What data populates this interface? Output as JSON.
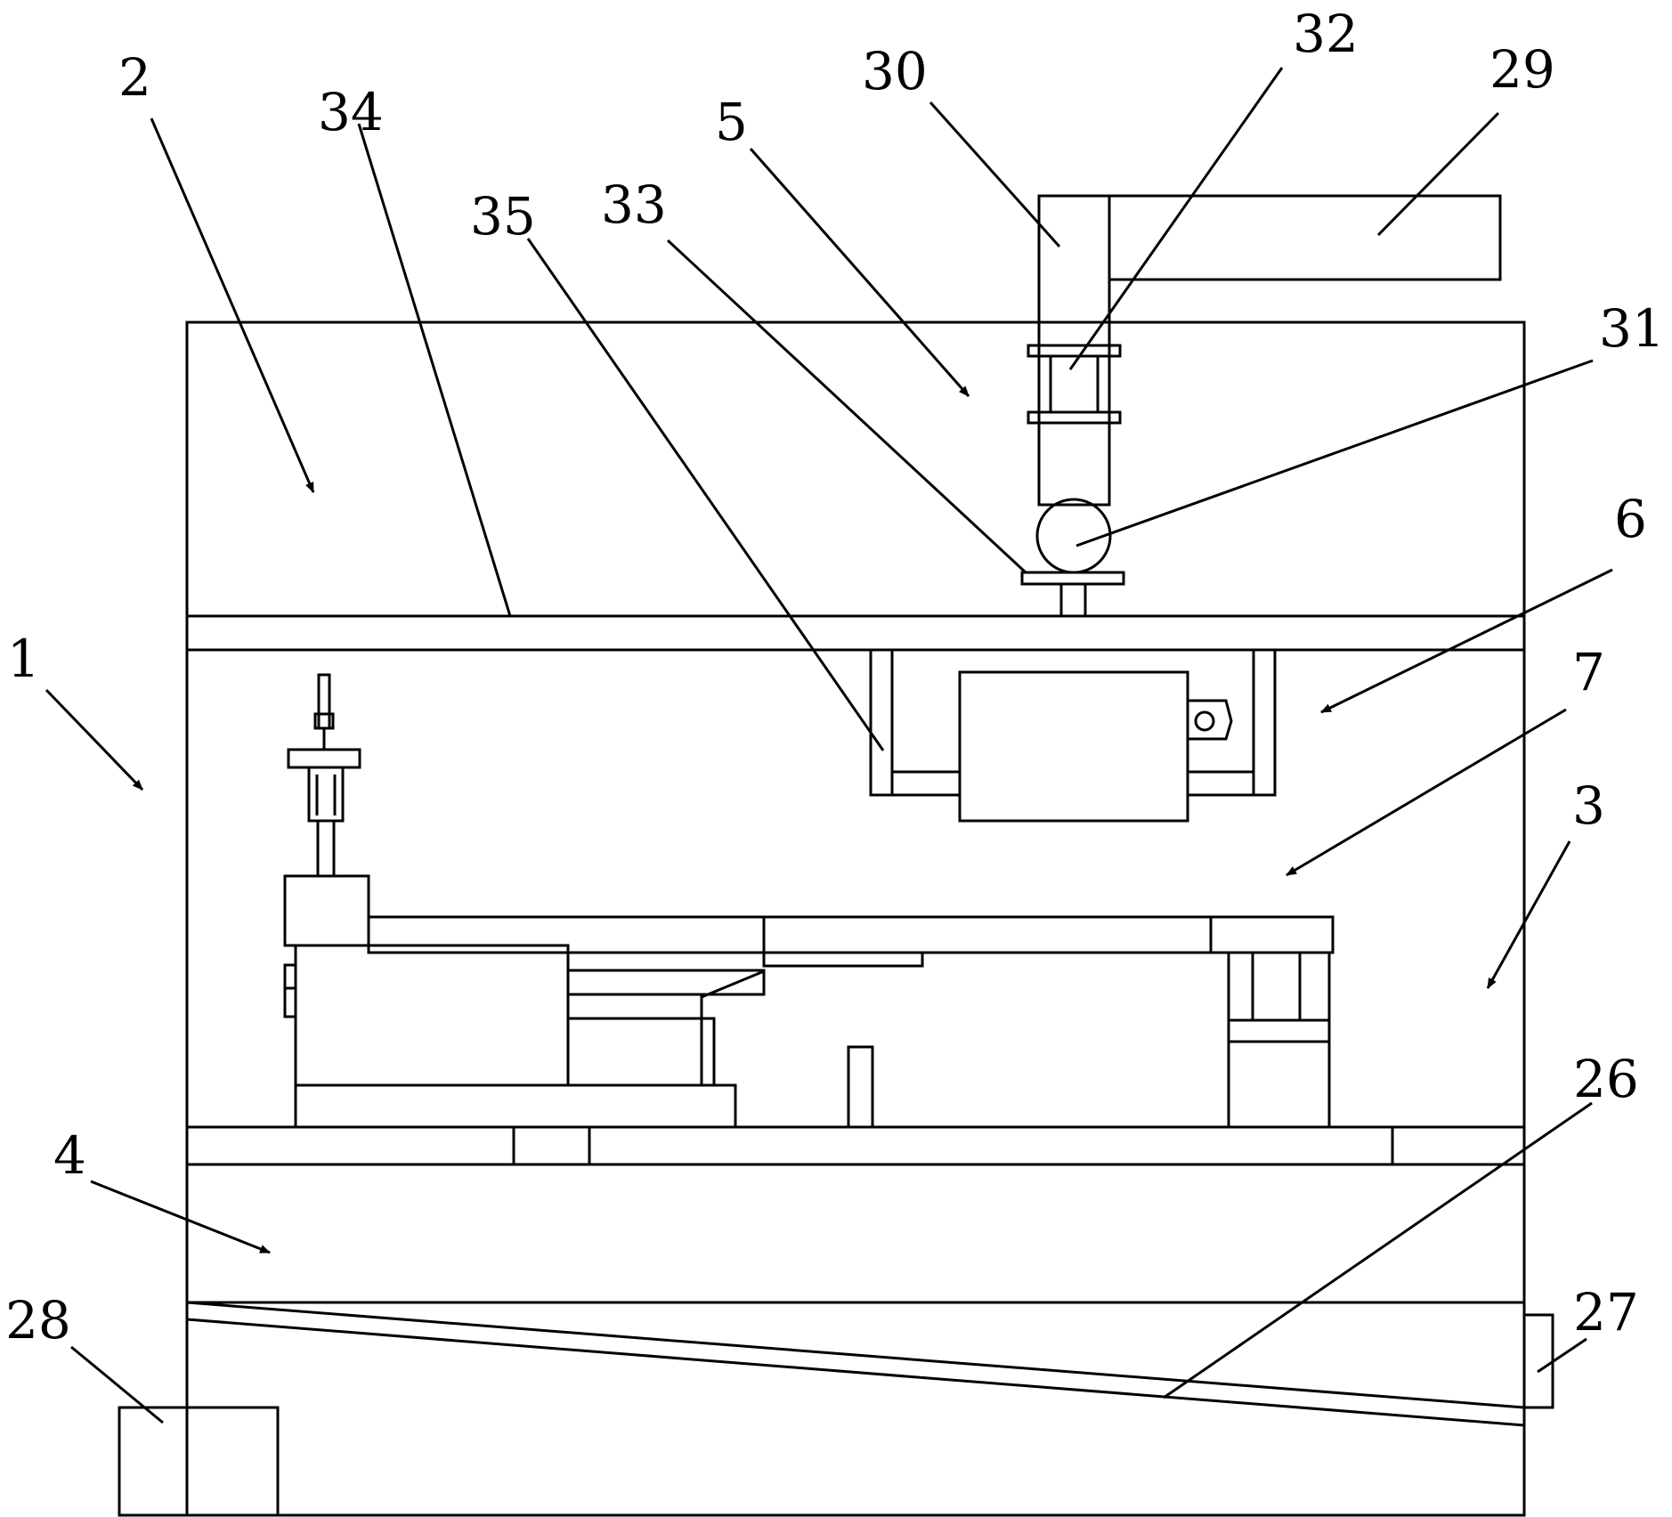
{
  "drawing": {
    "labels": [
      {
        "id": "frame",
        "text": "1"
      },
      {
        "id": "upper-chamber",
        "text": "2"
      },
      {
        "id": "middle-chamber",
        "text": "3"
      },
      {
        "id": "lower-chamber",
        "text": "4"
      },
      {
        "id": "pressing-assembly",
        "text": "5"
      },
      {
        "id": "upper-die-assembly",
        "text": "6"
      },
      {
        "id": "lower-die-assembly",
        "text": "7"
      },
      {
        "id": "inclined-chute",
        "text": "26"
      },
      {
        "id": "outlet-block",
        "text": "27"
      },
      {
        "id": "collection-box",
        "text": "28"
      },
      {
        "id": "horizontal-arm",
        "text": "29"
      },
      {
        "id": "vertical-column",
        "text": "30"
      },
      {
        "id": "roller",
        "text": "31"
      },
      {
        "id": "column-sleeve",
        "text": "32"
      },
      {
        "id": "base-plate",
        "text": "33"
      },
      {
        "id": "middle-plate",
        "text": "34"
      },
      {
        "id": "die-bracket",
        "text": "35"
      }
    ]
  }
}
